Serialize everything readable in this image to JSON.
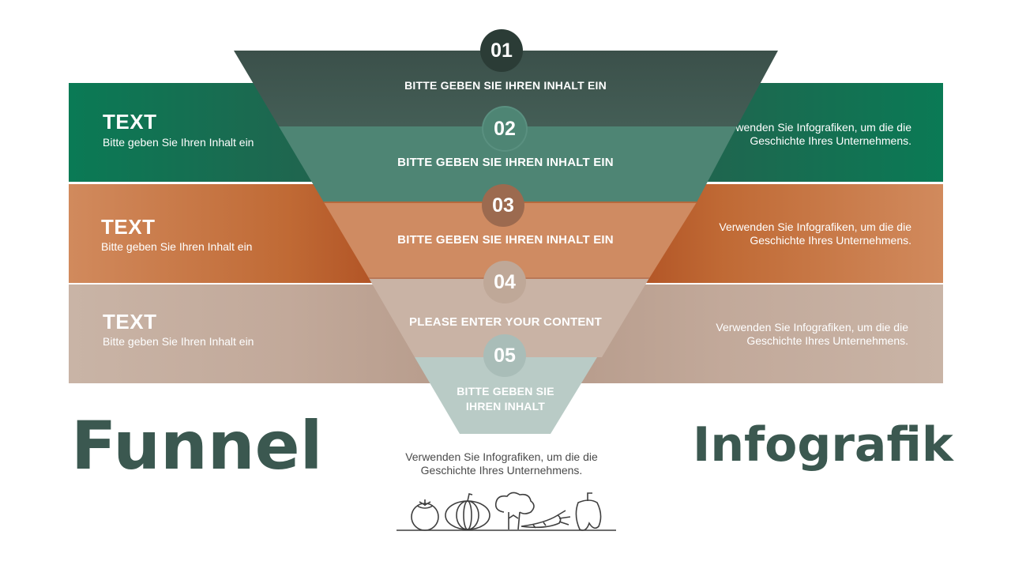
{
  "title_left": "Funnel",
  "title_right": "Infografik",
  "bands": [
    {
      "title": "TEXT",
      "subtitle": "Bitte geben Sie Ihren Inhalt ein",
      "right_text": "Verwenden Sie Infografiken, um die die Geschichte Ihres Unternehmens.",
      "color": "#0a7a55"
    },
    {
      "title": "TEXT",
      "subtitle": "Bitte geben Sie Ihren Inhalt ein",
      "right_text": "Verwenden Sie Infografiken, um die die Geschichte Ihres Unternehmens.",
      "color": "#c06a35"
    },
    {
      "title": "TEXT",
      "subtitle": "Bitte geben Sie Ihren Inhalt ein",
      "right_text": "Verwenden Sie Infografiken, um die die Geschichte Ihres Unternehmens.",
      "color": "#c2a99a"
    }
  ],
  "funnel": [
    {
      "number": "01",
      "label": "BITTE GEBEN SIE IHREN INHALT EIN",
      "color": "#3f564e",
      "circle_color": "#2b3c36"
    },
    {
      "number": "02",
      "label": "BITTE GEBEN SIE IHREN INHALT EIN",
      "color": "#4e8574",
      "circle_color": "#4e8574"
    },
    {
      "number": "03",
      "label": "BITTE GEBEN SIE IHREN INHALT EIN",
      "color": "#cf8b62",
      "circle_color": "#9c6a4f"
    },
    {
      "number": "04",
      "label": "PLEASE ENTER YOUR CONTENT",
      "color": "#c9b3a5",
      "circle_color": "#bfa898"
    },
    {
      "number": "05",
      "label": "BITTE GEBEN SIE IHREN INHALT",
      "color": "#b9cbc6",
      "circle_color": "#a9bdb8"
    }
  ],
  "bottom_text": "Verwenden Sie Infografiken, um die die Geschichte Ihres Unternehmens.",
  "icons": [
    "tomato-icon",
    "pumpkin-icon",
    "broccoli-icon",
    "carrot-icon",
    "pepper-icon"
  ]
}
